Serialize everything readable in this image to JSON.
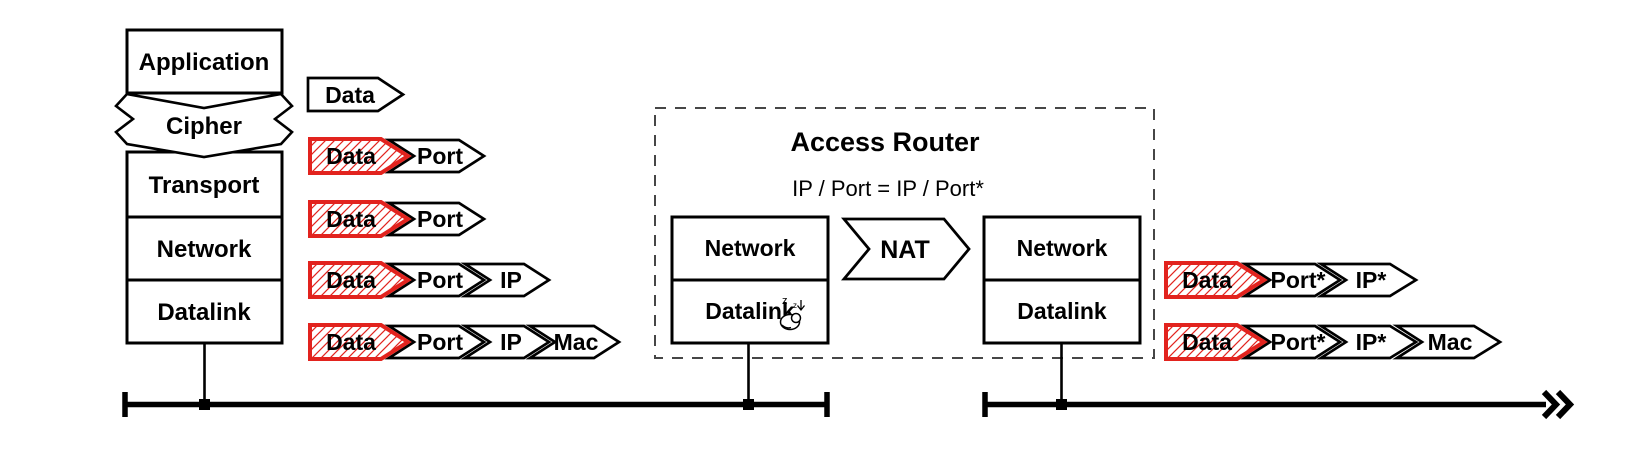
{
  "diagram": {
    "host_stack": {
      "layers": [
        {
          "label": "Application"
        },
        {
          "label": "Cipher"
        },
        {
          "label": "Transport"
        },
        {
          "label": "Network"
        },
        {
          "label": "Datalink"
        }
      ]
    },
    "router": {
      "title": "Access Router",
      "nat_rule": "IP / Port = IP / Port*",
      "nat_label": "NAT",
      "ingress_stack": {
        "layers": [
          {
            "label": "Network"
          },
          {
            "label": "Datalink"
          }
        ]
      },
      "egress_stack": {
        "layers": [
          {
            "label": "Network"
          },
          {
            "label": "Datalink"
          }
        ]
      }
    },
    "packets_lan": [
      {
        "segments": [
          {
            "label": "Data",
            "style": "plain"
          }
        ]
      },
      {
        "segments": [
          {
            "label": "Data",
            "style": "hatched"
          },
          {
            "label": "Port",
            "style": "plain"
          }
        ]
      },
      {
        "segments": [
          {
            "label": "Data",
            "style": "hatched"
          },
          {
            "label": "Port",
            "style": "plain"
          }
        ]
      },
      {
        "segments": [
          {
            "label": "Data",
            "style": "hatched"
          },
          {
            "label": "Port",
            "style": "plain"
          },
          {
            "label": "IP",
            "style": "plain"
          }
        ]
      },
      {
        "segments": [
          {
            "label": "Data",
            "style": "hatched"
          },
          {
            "label": "Port",
            "style": "plain"
          },
          {
            "label": "IP",
            "style": "plain"
          },
          {
            "label": "Mac",
            "style": "plain"
          }
        ]
      }
    ],
    "packets_wan": [
      {
        "segments": [
          {
            "label": "Data",
            "style": "hatched"
          },
          {
            "label": "Port*",
            "style": "plain"
          },
          {
            "label": "IP*",
            "style": "plain"
          }
        ]
      },
      {
        "segments": [
          {
            "label": "Data",
            "style": "hatched"
          },
          {
            "label": "Port*",
            "style": "plain"
          },
          {
            "label": "IP*",
            "style": "plain"
          },
          {
            "label": "Mac",
            "style": "plain"
          }
        ]
      }
    ],
    "cursor": {
      "z_large": "z",
      "z_small": "z"
    },
    "colors": {
      "outline": "#000000",
      "highlight_red": "#e2231e",
      "dashed_border": "#464646"
    }
  }
}
